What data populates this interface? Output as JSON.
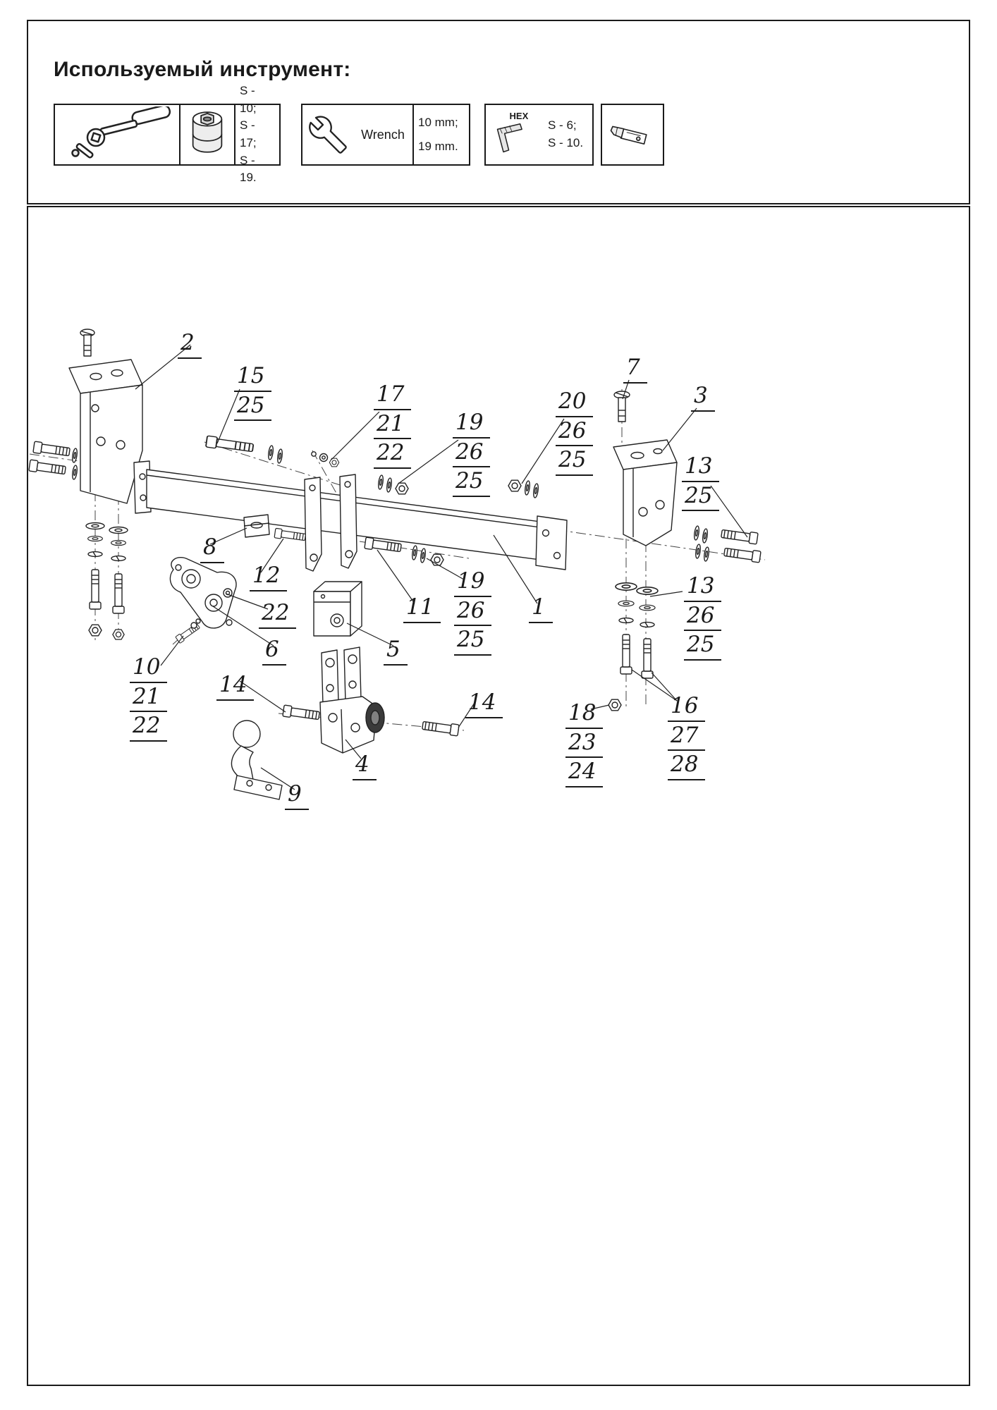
{
  "header": {
    "title": "Используемый инструмент:",
    "tools": {
      "socket_sizes": [
        "S - 10;",
        "S - 17;",
        "S - 19."
      ],
      "wrench_label": "Wrench",
      "wrench_sizes": [
        "10 mm;",
        "19 mm."
      ],
      "hex_label": "HEX",
      "hex_sizes": [
        "S - 6;",
        "S - 10."
      ]
    }
  },
  "callouts": {
    "c2": [
      "2"
    ],
    "c15": [
      "15",
      "25"
    ],
    "c17": [
      "17",
      "21",
      "22"
    ],
    "c19a": [
      "19",
      "26",
      "25"
    ],
    "c20": [
      "20",
      "26",
      "25"
    ],
    "c7": [
      "7"
    ],
    "c3": [
      "3"
    ],
    "c13a": [
      "13",
      "25"
    ],
    "c13b": [
      "13",
      "26",
      "25"
    ],
    "c8": [
      "8"
    ],
    "c12": [
      "12"
    ],
    "c22": [
      "22"
    ],
    "c6": [
      "6"
    ],
    "c10": [
      "10",
      "21",
      "22"
    ],
    "c11": [
      "11"
    ],
    "c19b": [
      "19",
      "26",
      "25"
    ],
    "c1": [
      "1"
    ],
    "c5": [
      "5"
    ],
    "c14a": [
      "14"
    ],
    "c14b": [
      "14"
    ],
    "c4": [
      "4"
    ],
    "c9": [
      "9"
    ],
    "c18": [
      "18",
      "23",
      "24"
    ],
    "c16": [
      "16",
      "27",
      "28"
    ]
  }
}
